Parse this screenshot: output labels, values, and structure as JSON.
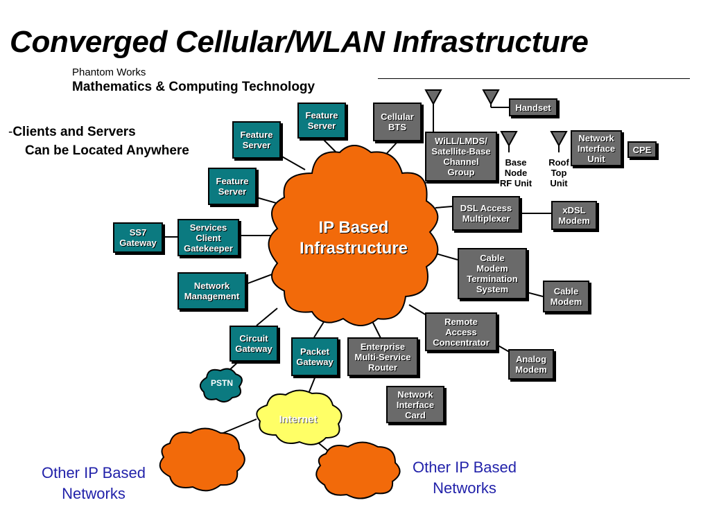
{
  "title": "Converged Cellular/WLAN Infrastructure",
  "org": {
    "line1": "Phantom Works",
    "line2": "Mathematics & Computing Technology"
  },
  "bullet": {
    "dash": "-",
    "line1": "Clients and Servers",
    "line2": "Can be Located Anywhere"
  },
  "cloud": {
    "label": "IP Based\nInfrastructure",
    "color": "#f26a0a"
  },
  "nodes": {
    "feature_server_1": "Feature\nServer",
    "feature_server_2": "Feature\nServer",
    "feature_server_3": "Feature\nServer",
    "cellular_bts": "Cellular\nBTS",
    "will_lmds": "WiLL/LMDS/\nSatellite-Base\nChannel\nGroup",
    "handset": "Handset",
    "niu": "Network\nInterface\nUnit",
    "cpe": "CPE",
    "base_node": "Base\nNode\nRF Unit",
    "roof_top": "Roof\nTop\nUnit",
    "dsl_access": "DSL Access\nMultiplexer",
    "xdsl_modem": "xDSL\nModem",
    "ss7_gateway": "SS7\nGateway",
    "services_client": "Services\nClient\nGatekeeper",
    "network_management": "Network\nManagement",
    "cmts": "Cable\nModem\nTermination\nSystem",
    "cable_modem": "Cable\nModem",
    "remote_access": "Remote\nAccess\nConcentrator",
    "analog_modem": "Analog\nModem",
    "circuit_gateway": "Circuit\nGateway",
    "packet_gateway": "Packet\nGateway",
    "enterprise_router": "Enterprise\nMulti-Service\nRouter",
    "nic": "Network\nInterface\nCard",
    "pstn": "PSTN",
    "internet": "Internet"
  },
  "other_networks_left": "Other IP Based\nNetworks",
  "other_networks_right": "Other IP Based\nNetworks",
  "colors": {
    "teal": "#0b7a80",
    "gray": "#6a6a6a",
    "orange": "#f26a0a",
    "yellow": "#ffff66",
    "blue_text": "#2222aa"
  }
}
